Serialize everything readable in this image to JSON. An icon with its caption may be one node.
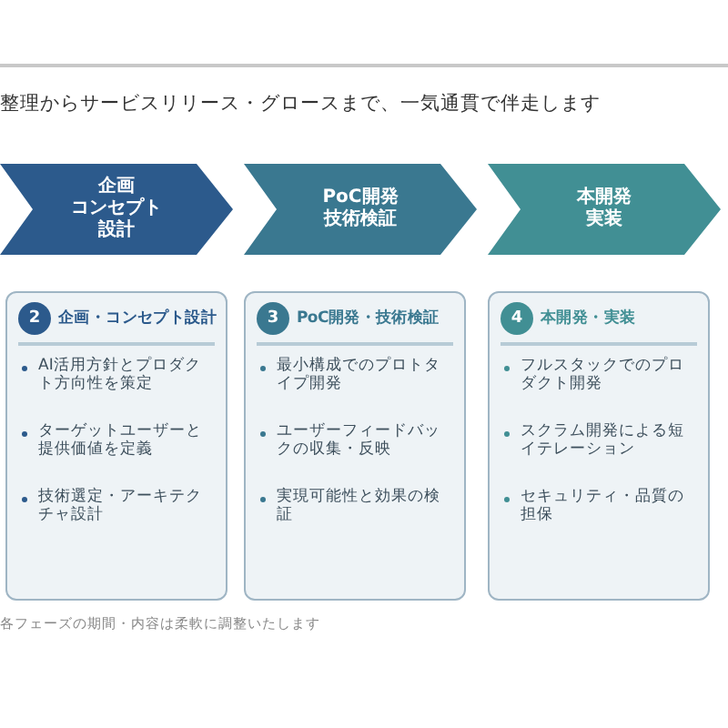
{
  "diagram": {
    "title": "整理からサービスリリース・グロースまで、一気通貫で伴走します",
    "nodes": [
      {
        "text": [
          "企画",
          "コンセプト",
          "設計"
        ]
      },
      {
        "text": [
          "PoC開発",
          "技術検証"
        ]
      },
      {
        "text": [
          "本開発",
          "実装"
        ]
      },
      {
        "text": [
          "2",
          "企画・コンセプト設計",
          "AI活用方針とプロダクト方向性を策定",
          "ターゲットユーザーと提供価値を定義",
          "技術選定・アーキテクチャ設計"
        ]
      },
      {
        "text": [
          "3",
          "PoC開発・技術検証",
          "最小構成でのプロトタイプ開発",
          "ユーザーフィードバックの収集・反映",
          "実現可能性と効果の検証"
        ]
      },
      {
        "text": [
          "4",
          "本開発・実装",
          "フルスタックでのプロダクト開発",
          "スクラム開発による短イテレーション",
          "セキュリティ・品質の担保"
        ]
      }
    ],
    "labels": [
      "各フェーズの期間・内容は柔軟に調整いたします"
    ]
  }
}
